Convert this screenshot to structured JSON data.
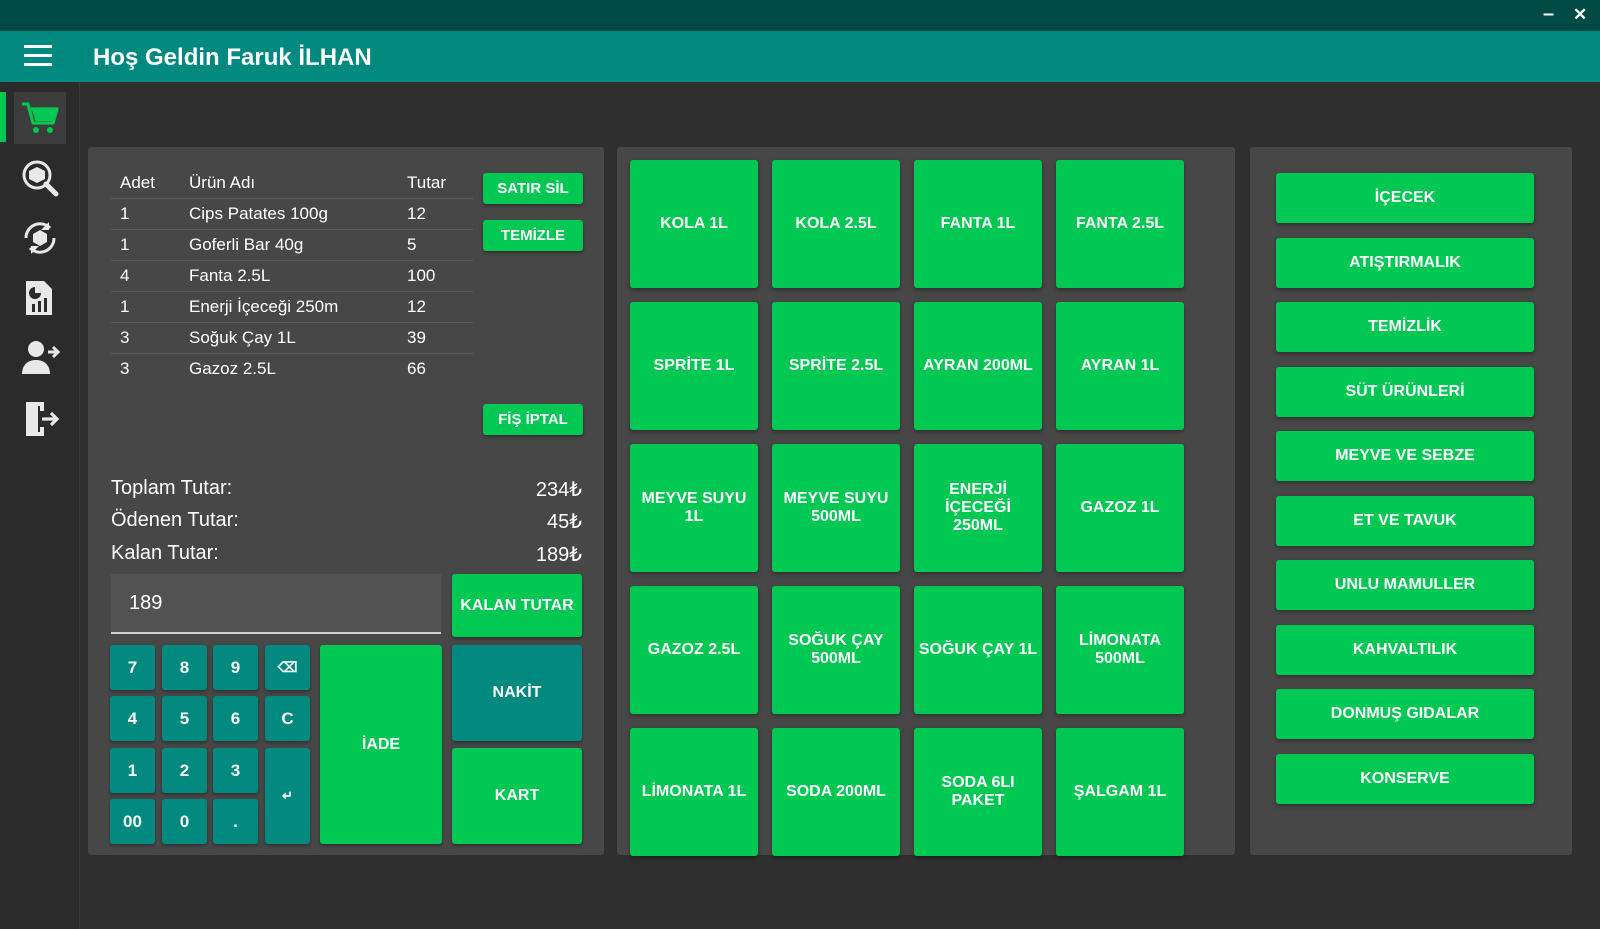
{
  "window": {
    "minimize_icon": "minimize-icon",
    "close_icon": "close-icon",
    "minimize": "–",
    "close": "✕"
  },
  "header": {
    "welcome": "Hoş Geldin Faruk İLHAN"
  },
  "sidebar": {
    "items": [
      "cart-icon",
      "product-search-icon",
      "product-refresh-icon",
      "report-icon",
      "user-add-icon",
      "logout-icon"
    ]
  },
  "order": {
    "columns": [
      "Adet",
      "Ürün Adı",
      "Tutar"
    ],
    "rows": [
      [
        "1",
        "Cips Patates 100g",
        "12"
      ],
      [
        "1",
        "Goferli Bar 40g",
        "5"
      ],
      [
        "4",
        "Fanta 2.5L",
        "100"
      ],
      [
        "1",
        "Enerji İçeceği 250m",
        "12"
      ],
      [
        "3",
        "Soğuk Çay 1L",
        "39"
      ],
      [
        "3",
        "Gazoz 2.5L",
        "66"
      ]
    ],
    "satir_sil": "SATIR SİL",
    "temizle": "TEMİZLE",
    "fis_iptal": "FİŞ İPTAL"
  },
  "totals": {
    "toplam_label": "Toplam Tutar:",
    "toplam_value": "234₺",
    "odenen_label": "Ödenen Tutar:",
    "odenen_value": "45₺",
    "kalan_label": "Kalan Tutar:",
    "kalan_value": "189₺"
  },
  "payment": {
    "amount_value": "189",
    "kalan_tutar": "KALAN TUTAR",
    "iade": "İADE",
    "nakit": "NAKİT",
    "kart": "KART",
    "keys": [
      "7",
      "8",
      "9",
      "⌫",
      "4",
      "5",
      "6",
      "C",
      "1",
      "2",
      "3",
      "↵",
      "00",
      "0",
      "."
    ]
  },
  "products": [
    "KOLA 1L",
    "KOLA 2.5L",
    "FANTA 1L",
    "FANTA 2.5L",
    "SPRİTE 1L",
    "SPRİTE 2.5L",
    "AYRAN 200ML",
    "AYRAN 1L",
    "MEYVE SUYU 1L",
    "MEYVE SUYU 500ML",
    "ENERJİ İÇECEĞİ 250ML",
    "GAZOZ 1L",
    "GAZOZ 2.5L",
    "SOĞUK ÇAY 500ML",
    "SOĞUK ÇAY 1L",
    "LİMONATA 500ML",
    "LİMONATA 1L",
    "SODA 200ML",
    "SODA 6LI PAKET",
    "ŞALGAM 1L"
  ],
  "categories": [
    "İÇECEK",
    "ATIŞTIRMALIK",
    "TEMİZLİK",
    "SÜT ÜRÜNLERİ",
    "MEYVE VE SEBZE",
    "ET VE TAVUK",
    "UNLU MAMULLER",
    "KAHVALTILIK",
    "DONMUŞ GIDALAR",
    "KONSERVE"
  ],
  "colors": {
    "accent_green": "#00c853",
    "teal": "#00897e",
    "dark_teal": "#004a44",
    "panel": "#474747",
    "background": "#2f2f2f"
  }
}
